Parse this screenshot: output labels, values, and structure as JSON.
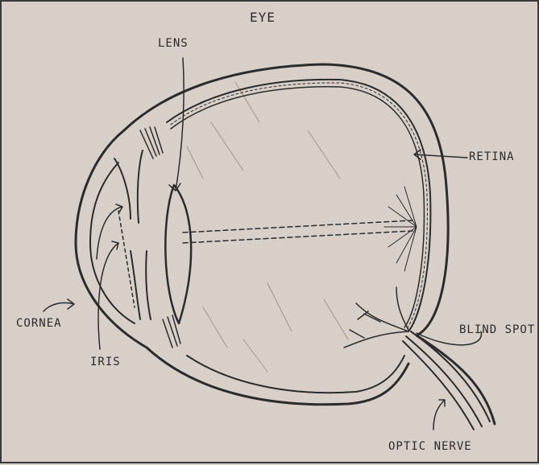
{
  "diagram": {
    "title": "EYE",
    "labels": {
      "lens": "LENS",
      "retina": "RETINA",
      "cornea": "CORNEA",
      "iris": "IRIS",
      "blind_spot": "BLIND SPOT",
      "optic_nerve": "OPTIC NERVE"
    }
  }
}
